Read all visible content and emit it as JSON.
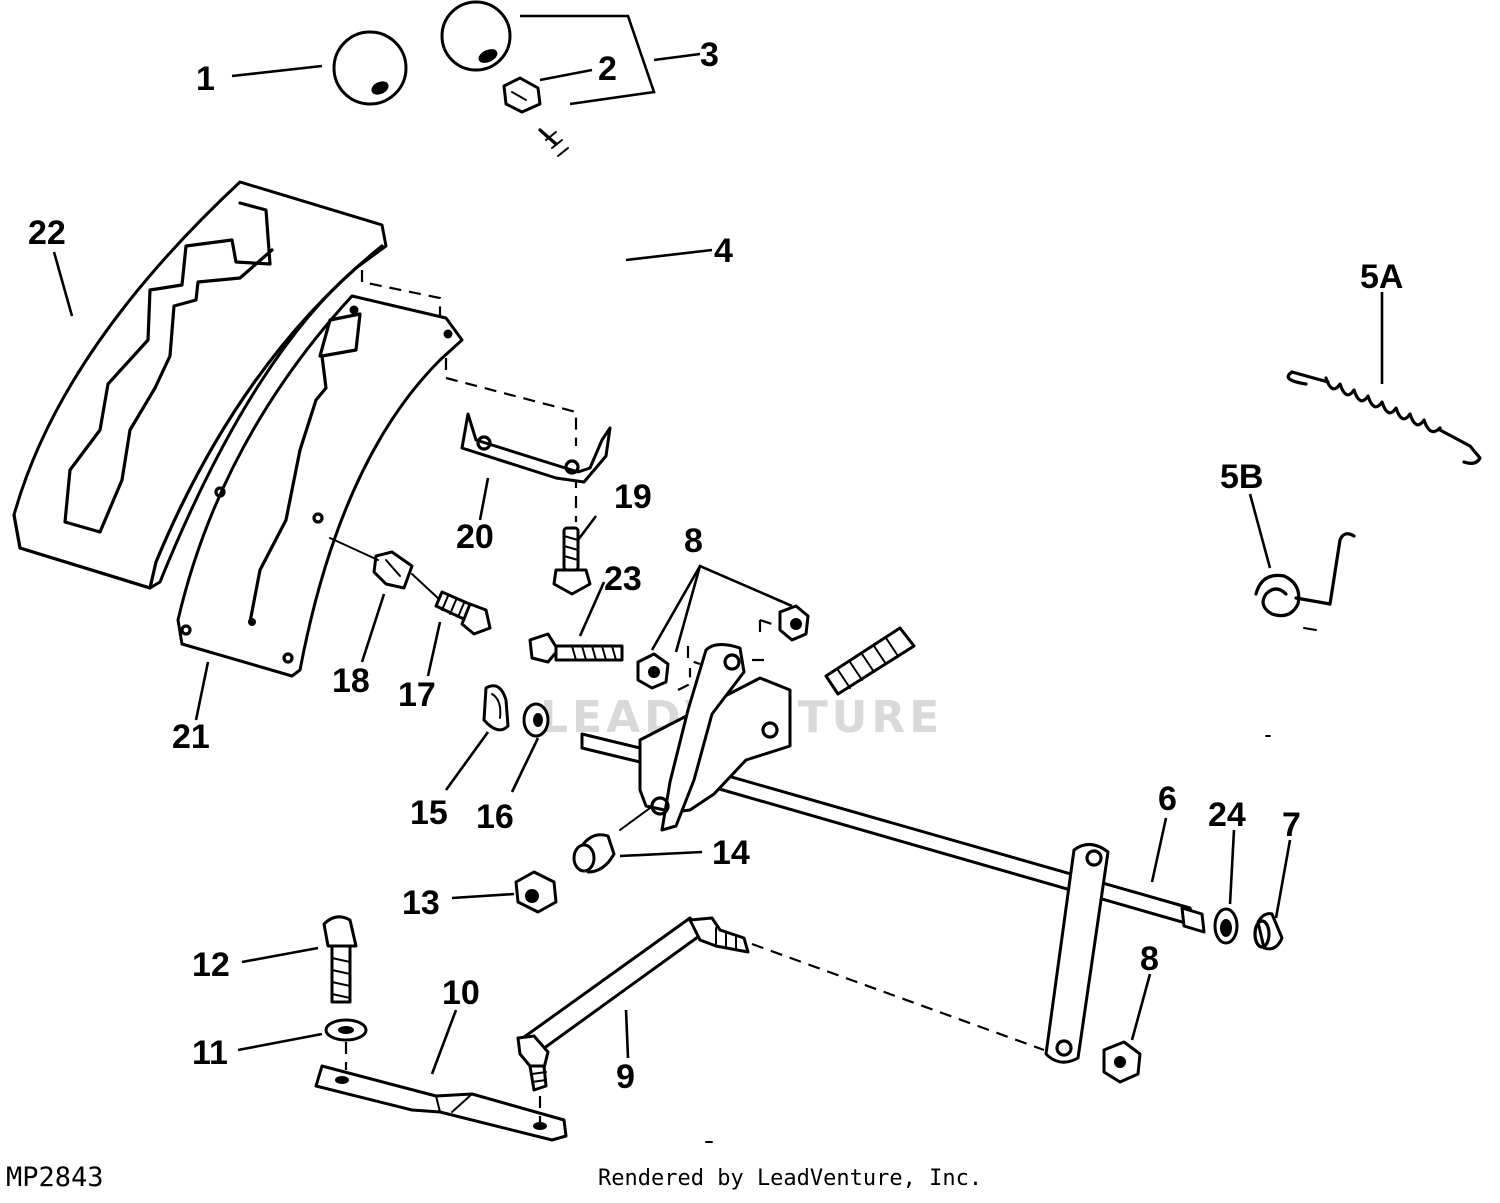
{
  "diagram": {
    "figure_id": "MP2843",
    "rendered_by": "Rendered by LeadVenture, Inc.",
    "watermark_text": "LEADVENTURE",
    "callouts": [
      "1",
      "2",
      "3",
      "4",
      "5A",
      "5B",
      "6",
      "7",
      "8",
      "8",
      "9",
      "10",
      "11",
      "12",
      "13",
      "14",
      "15",
      "16",
      "17",
      "18",
      "19",
      "20",
      "21",
      "22",
      "23",
      "24"
    ]
  }
}
